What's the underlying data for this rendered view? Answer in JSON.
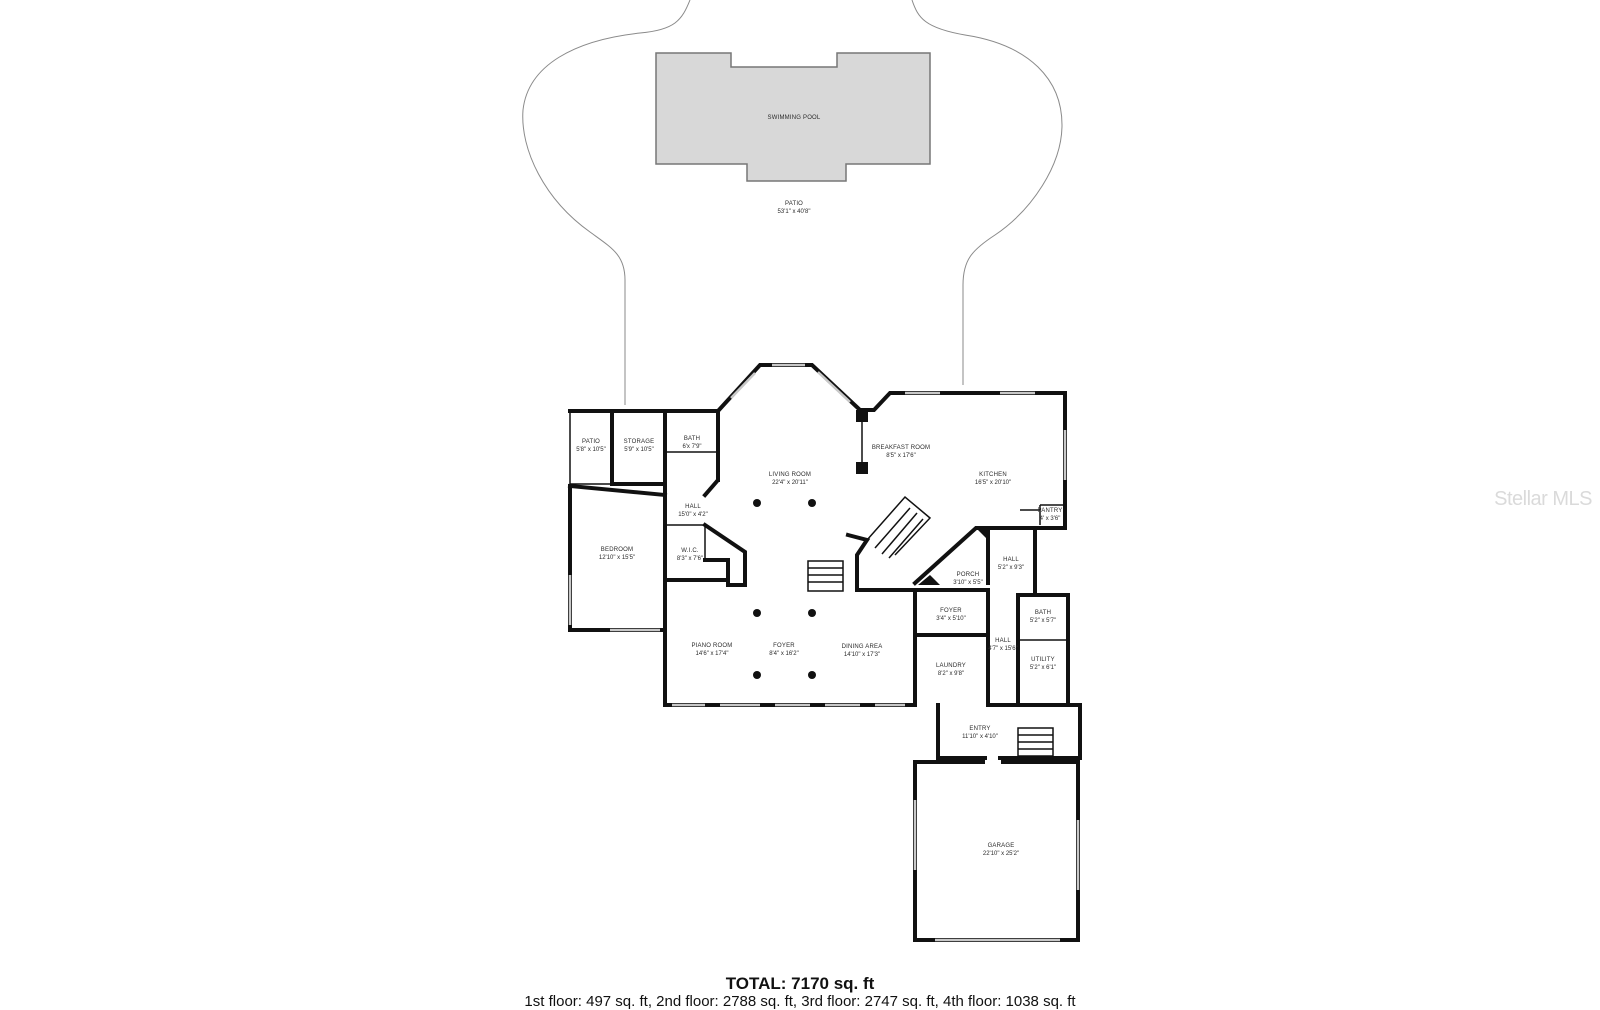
{
  "rooms": {
    "swimming_pool": {
      "label": "SWIMMING POOL",
      "dim": ""
    },
    "patio_outdoor": {
      "label": "PATIO",
      "dim": "53'1\" x 40'8\""
    },
    "patio_small": {
      "label": "PATIO",
      "dim": "5'8\" x 10'5\""
    },
    "storage": {
      "label": "STORAGE",
      "dim": "5'9\" x 10'5\""
    },
    "bath_left": {
      "label": "BATH",
      "dim": "6'x 7'9\""
    },
    "hall_left": {
      "label": "HALL",
      "dim": "15'0\" x 4'2\""
    },
    "bedroom": {
      "label": "BEDROOM",
      "dim": "12'10\" x 15'5\""
    },
    "wic": {
      "label": "W.I.C.",
      "dim": "8'3\" x 7'6\""
    },
    "living_room": {
      "label": "LIVING ROOM",
      "dim": "22'4\" x 20'11\""
    },
    "breakfast_room": {
      "label": "BREAKFAST ROOM",
      "dim": "8'5\" x 17'6\""
    },
    "kitchen": {
      "label": "KITCHEN",
      "dim": "16'5\" x 20'10\""
    },
    "pantry": {
      "label": "PANTRY",
      "dim": "4' x 3'6\""
    },
    "porch": {
      "label": "PORCH",
      "dim": "3'10\" x 5'5\""
    },
    "hall_kitchen": {
      "label": "HALL",
      "dim": "5'2\" x 9'3\""
    },
    "foyer_room": {
      "label": "FOYER",
      "dim": "3'4\" x 5'10\""
    },
    "bath_right": {
      "label": "BATH",
      "dim": "5'2\" x 5'7\""
    },
    "hall_center": {
      "label": "HALL",
      "dim": "4'7\" x 15'6\""
    },
    "utility": {
      "label": "UTILITY",
      "dim": "5'2\" x 6'1\""
    },
    "laundry": {
      "label": "LAUNDRY",
      "dim": "8'2\" x 9'8\""
    },
    "piano_room": {
      "label": "PIANO ROOM",
      "dim": "14'6\" x 17'4\""
    },
    "foyer": {
      "label": "FOYER",
      "dim": "8'4\" x 16'2\""
    },
    "dining_area": {
      "label": "DINING AREA",
      "dim": "14'10\" x 17'3\""
    },
    "entry": {
      "label": "ENTRY",
      "dim": "11'10\" x 4'10\""
    },
    "garage": {
      "label": "GARAGE",
      "dim": "22'10\" x 25'2\""
    }
  },
  "summary": {
    "total": "TOTAL: 7170 sq. ft",
    "floors": "1st floor: 497 sq. ft, 2nd floor: 2788 sq. ft, 3rd floor: 2747 sq. ft, 4th floor: 1038 sq. ft"
  },
  "watermark": "Stellar MLS"
}
